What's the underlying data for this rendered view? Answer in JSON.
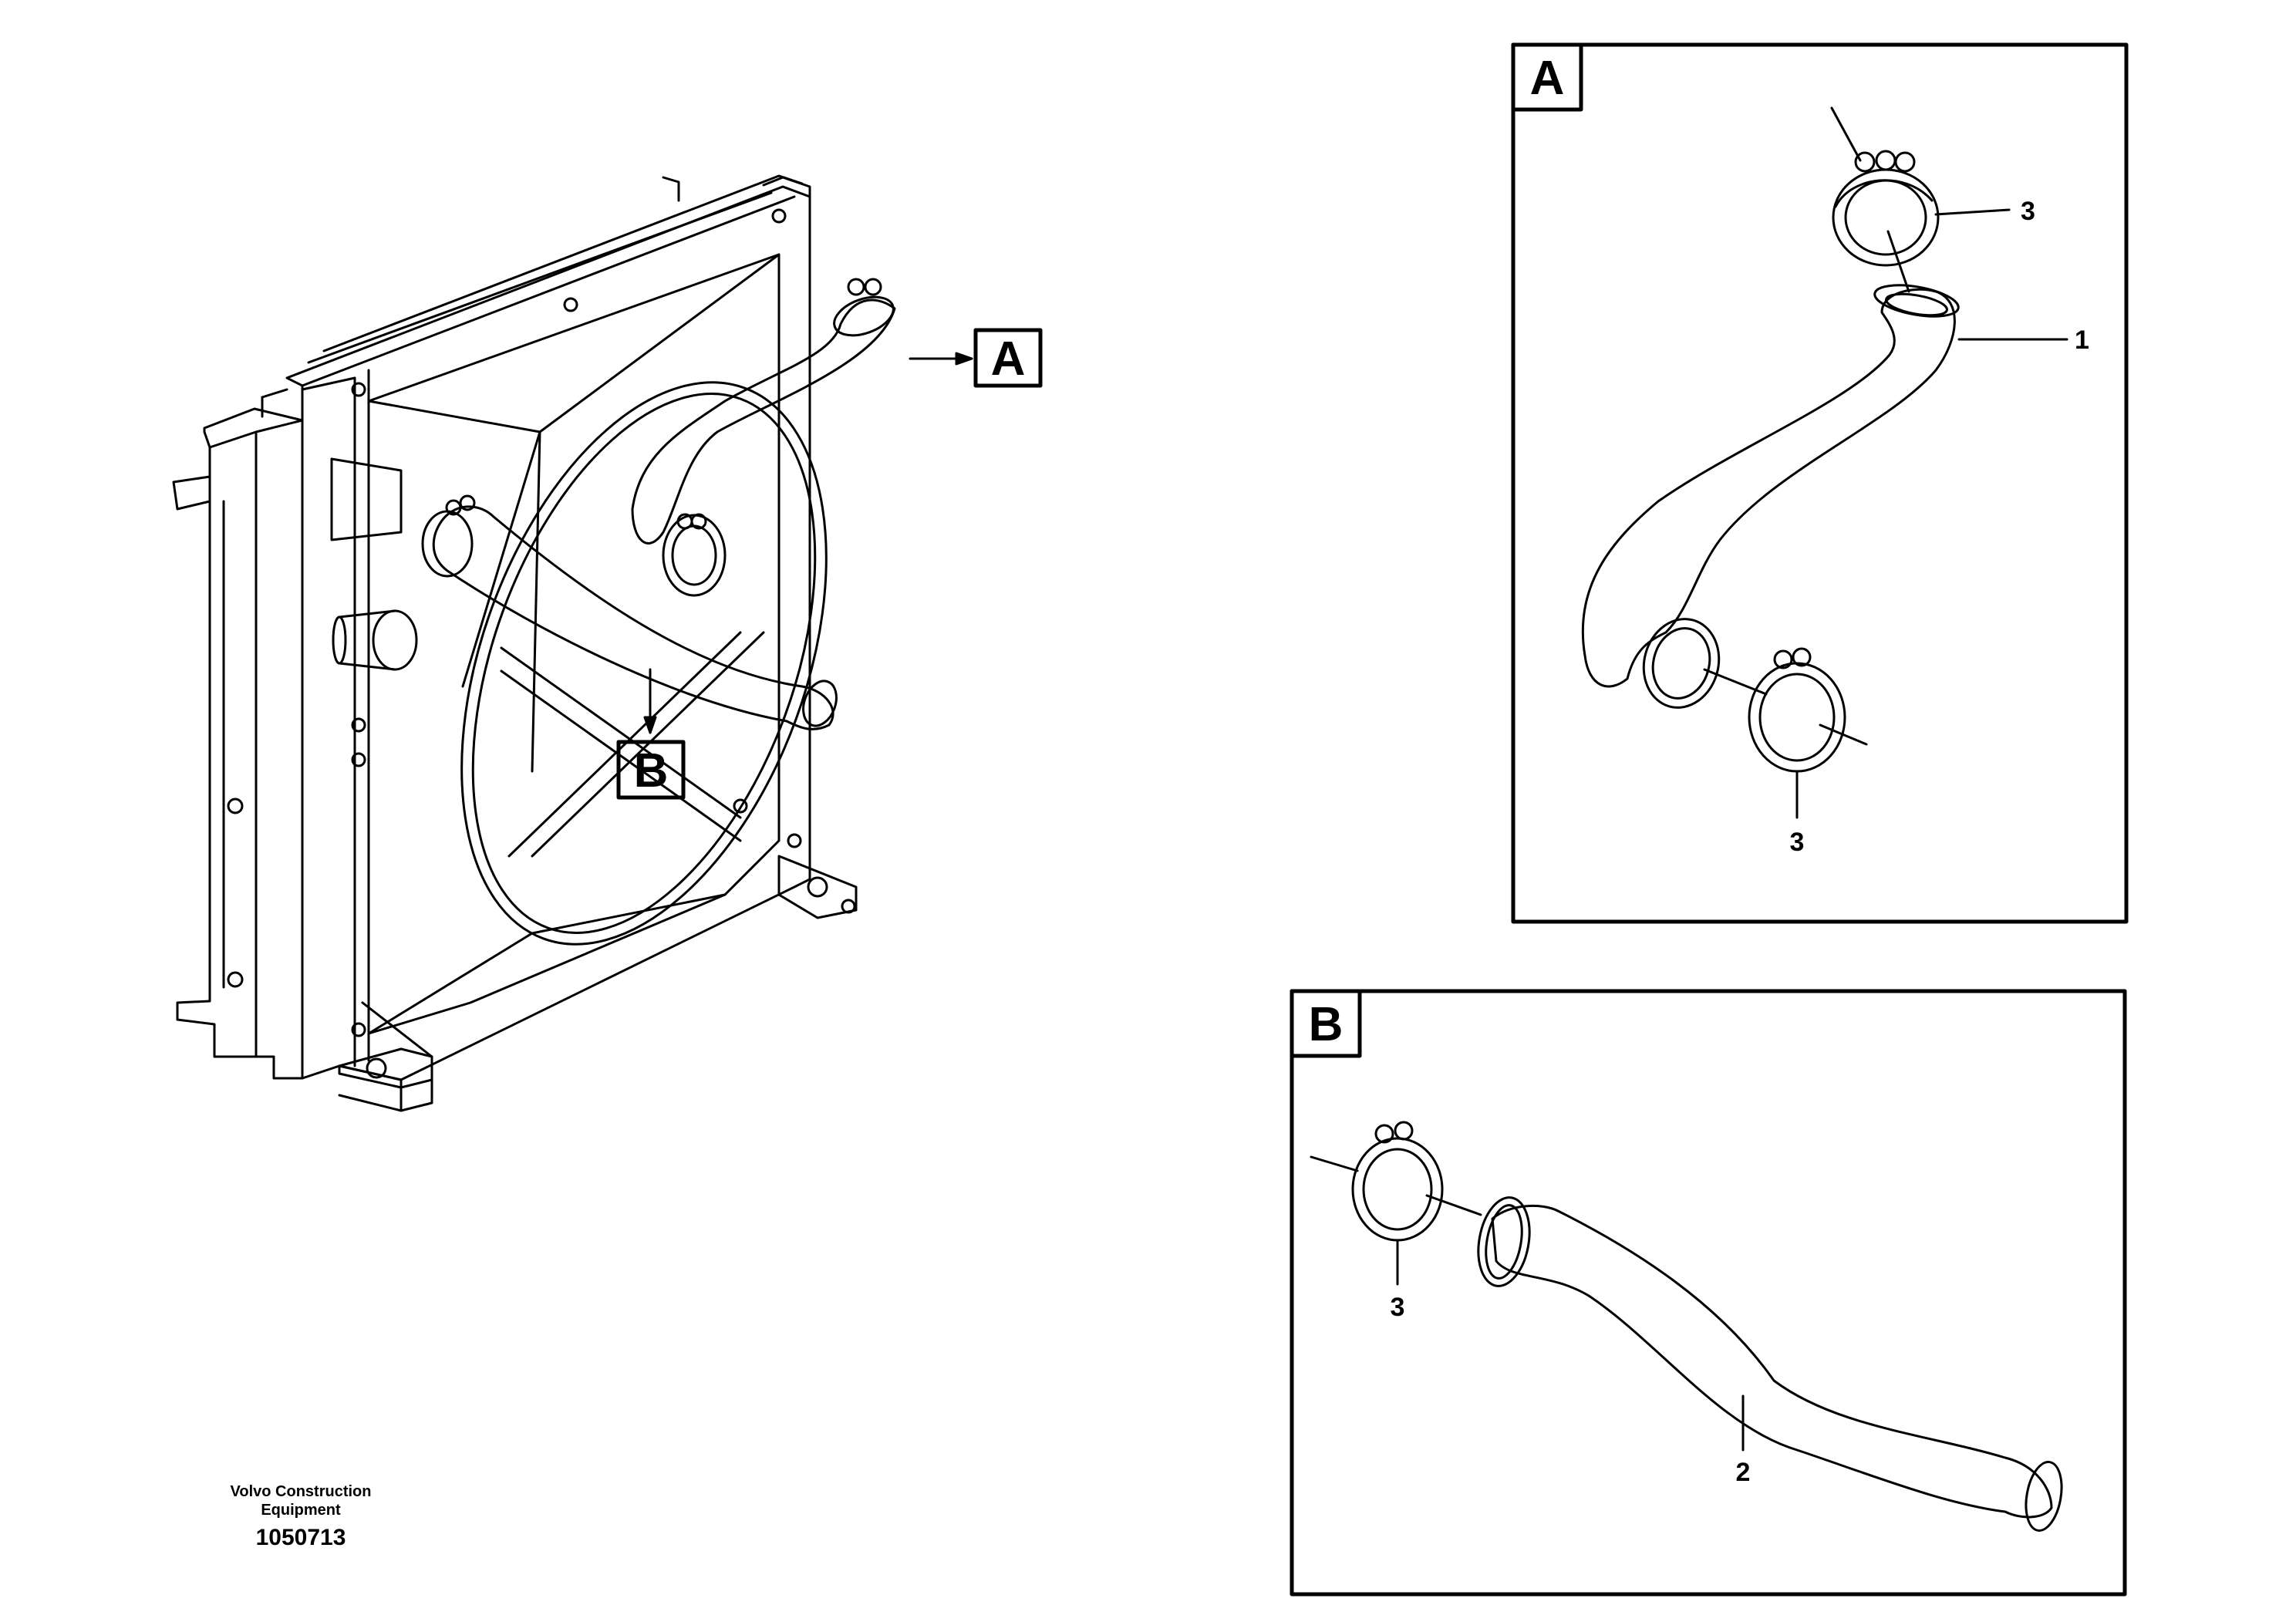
{
  "main_view": {
    "ref_a": "A",
    "ref_b": "B"
  },
  "detail_a": {
    "letter": "A",
    "callouts": [
      "3",
      "1",
      "3"
    ]
  },
  "detail_b": {
    "letter": "B",
    "callouts": [
      "3",
      "2"
    ]
  },
  "credit": {
    "company": "Volvo Construction Equipment",
    "drawing_number": "1050713"
  }
}
